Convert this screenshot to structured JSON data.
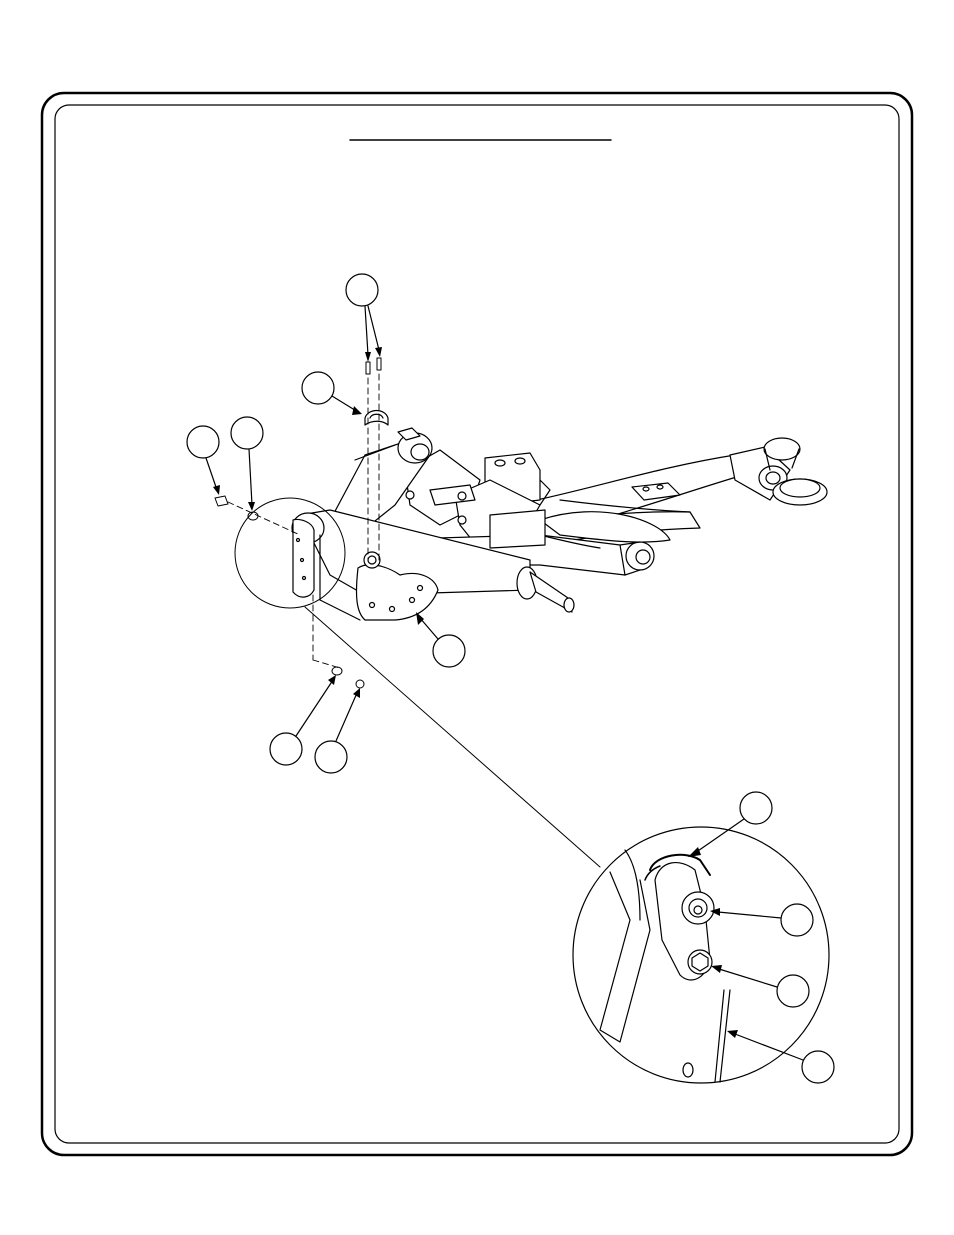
{
  "title": "",
  "colors": {
    "line": "#000000",
    "paper": "#ffffff"
  },
  "callouts": [
    {
      "id": "top-bolts",
      "label": ""
    },
    {
      "id": "saddle-cap",
      "label": ""
    },
    {
      "id": "left-bolt",
      "label": ""
    },
    {
      "id": "left-washer",
      "label": ""
    },
    {
      "id": "side-plate",
      "label": ""
    },
    {
      "id": "washer-bottom-1",
      "label": ""
    },
    {
      "id": "washer-bottom-2",
      "label": ""
    },
    {
      "id": "detail-roller",
      "label": ""
    },
    {
      "id": "detail-washer",
      "label": ""
    },
    {
      "id": "detail-bolt",
      "label": ""
    },
    {
      "id": "detail-plate",
      "label": ""
    }
  ]
}
